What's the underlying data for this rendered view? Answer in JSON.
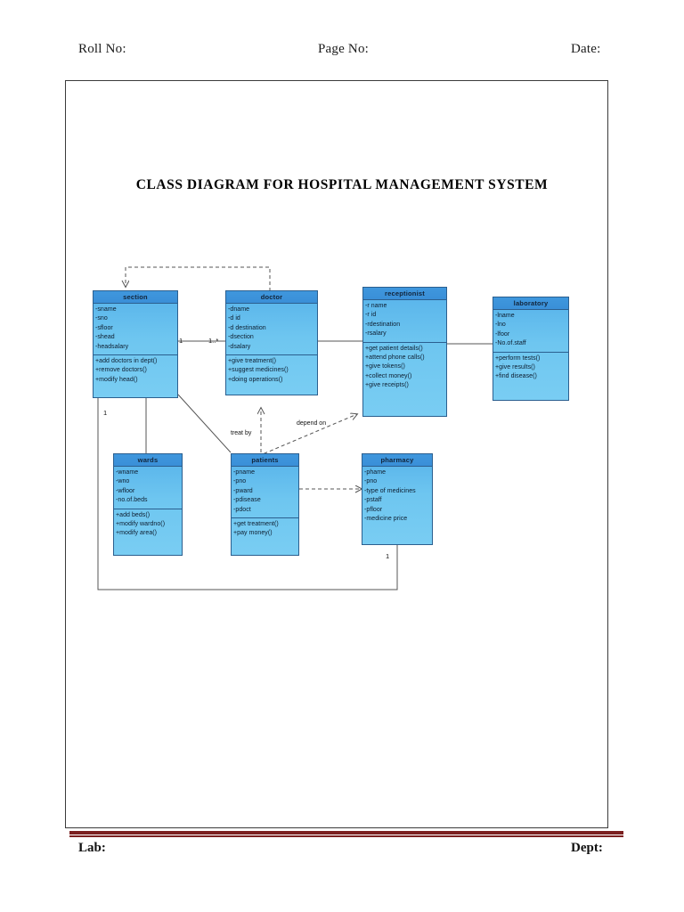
{
  "page": {
    "header": {
      "roll_no": "Roll No:",
      "page_no": "Page No:",
      "date": "Date:"
    },
    "footer": {
      "lab": "Lab:",
      "dept": "Dept:",
      "rule_color": "#7b1f1f"
    }
  },
  "diagram": {
    "title": "CLASS DIAGRAM FOR HOSPITAL MANAGEMENT SYSTEM",
    "type": "uml-class-diagram",
    "colors": {
      "class_header": "#3a8fd8",
      "class_body": "#6ec6f0",
      "class_border": "#2b5f8f",
      "line": "#555555"
    },
    "classes": [
      {
        "id": "section",
        "name": "section",
        "attributes": [
          "-sname",
          "-sno",
          "-sfloor",
          "-shead",
          "-headsalary"
        ],
        "operations": [
          "+add doctors in dept()",
          "+remove doctors()",
          "+modify head()"
        ]
      },
      {
        "id": "doctor",
        "name": "doctor",
        "attributes": [
          "-dname",
          "-d id",
          "-d destination",
          "-dsection",
          "-dsalary"
        ],
        "operations": [
          "+give treatment()",
          "+suggest medicines()",
          "+doing operations()"
        ]
      },
      {
        "id": "receptionist",
        "name": "receptionist",
        "attributes": [
          "-r name",
          "-r id",
          "-rdestination",
          "-rsalary"
        ],
        "operations": [
          "+get patient details()",
          "+attend phone calls()",
          "+give tokens()",
          "+collect money()",
          "+give receipts()"
        ]
      },
      {
        "id": "laboratory",
        "name": "laboratory",
        "attributes": [
          "-lname",
          "-lno",
          "-lfoor",
          "-No.of.staff"
        ],
        "operations": [
          "+perform tests()",
          "+give results()",
          "+find disease()"
        ]
      },
      {
        "id": "wards",
        "name": "wards",
        "attributes": [
          "-wname",
          "-wno",
          "-wfloor",
          "-no.of.beds"
        ],
        "operations": [
          "+add beds()",
          "+modify wardno()",
          "+modify area()"
        ]
      },
      {
        "id": "patients",
        "name": "patients",
        "attributes": [
          "-pname",
          "-pno",
          "-pward",
          "-pdisease",
          "-pdoct"
        ],
        "operations": [
          "+get treatment()",
          "+pay money()"
        ]
      },
      {
        "id": "pharmacy",
        "name": "pharmacy",
        "attributes": [
          "-phame",
          "-pno",
          "-type of medicines",
          "-pstaff",
          "-pfloor",
          "-medicine price"
        ],
        "operations": []
      }
    ],
    "relationships": [
      {
        "id": "doctor-section-dependency",
        "from": "doctor",
        "to": "section",
        "style": "dashed",
        "arrow": "open",
        "label": ""
      },
      {
        "id": "section-doctor-association",
        "from": "section",
        "to": "doctor",
        "style": "solid",
        "arrow": "none",
        "label": ""
      },
      {
        "id": "doctor-receptionist-association",
        "from": "doctor",
        "to": "receptionist",
        "style": "solid",
        "arrow": "none",
        "label": ""
      },
      {
        "id": "receptionist-laboratory-association",
        "from": "receptionist",
        "to": "laboratory",
        "style": "solid",
        "arrow": "none",
        "label": ""
      },
      {
        "id": "patients-doctor-dependency",
        "from": "patients",
        "to": "doctor",
        "style": "dashed",
        "arrow": "open",
        "label": "treat by"
      },
      {
        "id": "patients-receptionist-dependency",
        "from": "patients",
        "to": "receptionist",
        "style": "dashed",
        "arrow": "open",
        "label": "depend on"
      },
      {
        "id": "patients-pharmacy-dependency",
        "from": "patients",
        "to": "pharmacy",
        "style": "dashed",
        "arrow": "open",
        "label": ""
      },
      {
        "id": "section-wards-association",
        "from": "section",
        "to": "wards",
        "style": "solid",
        "arrow": "none",
        "label": ""
      },
      {
        "id": "section-patients-association",
        "from": "section",
        "to": "patients",
        "style": "solid",
        "arrow": "none",
        "label": ""
      },
      {
        "id": "section-pharmacy-association",
        "from": "section",
        "to": "pharmacy",
        "style": "solid",
        "arrow": "none",
        "label": ""
      }
    ],
    "multiplicities": [
      {
        "id": "mult-section-doctor-left",
        "value": "1"
      },
      {
        "id": "mult-section-doctor-right",
        "value": "1..*"
      },
      {
        "id": "mult-section-bottom",
        "value": "1"
      },
      {
        "id": "mult-pharmacy-bottom",
        "value": "1"
      }
    ],
    "edge_labels": [
      {
        "id": "label-treat-by",
        "value": "treat by"
      },
      {
        "id": "label-depend-on",
        "value": "depend on"
      }
    ]
  }
}
